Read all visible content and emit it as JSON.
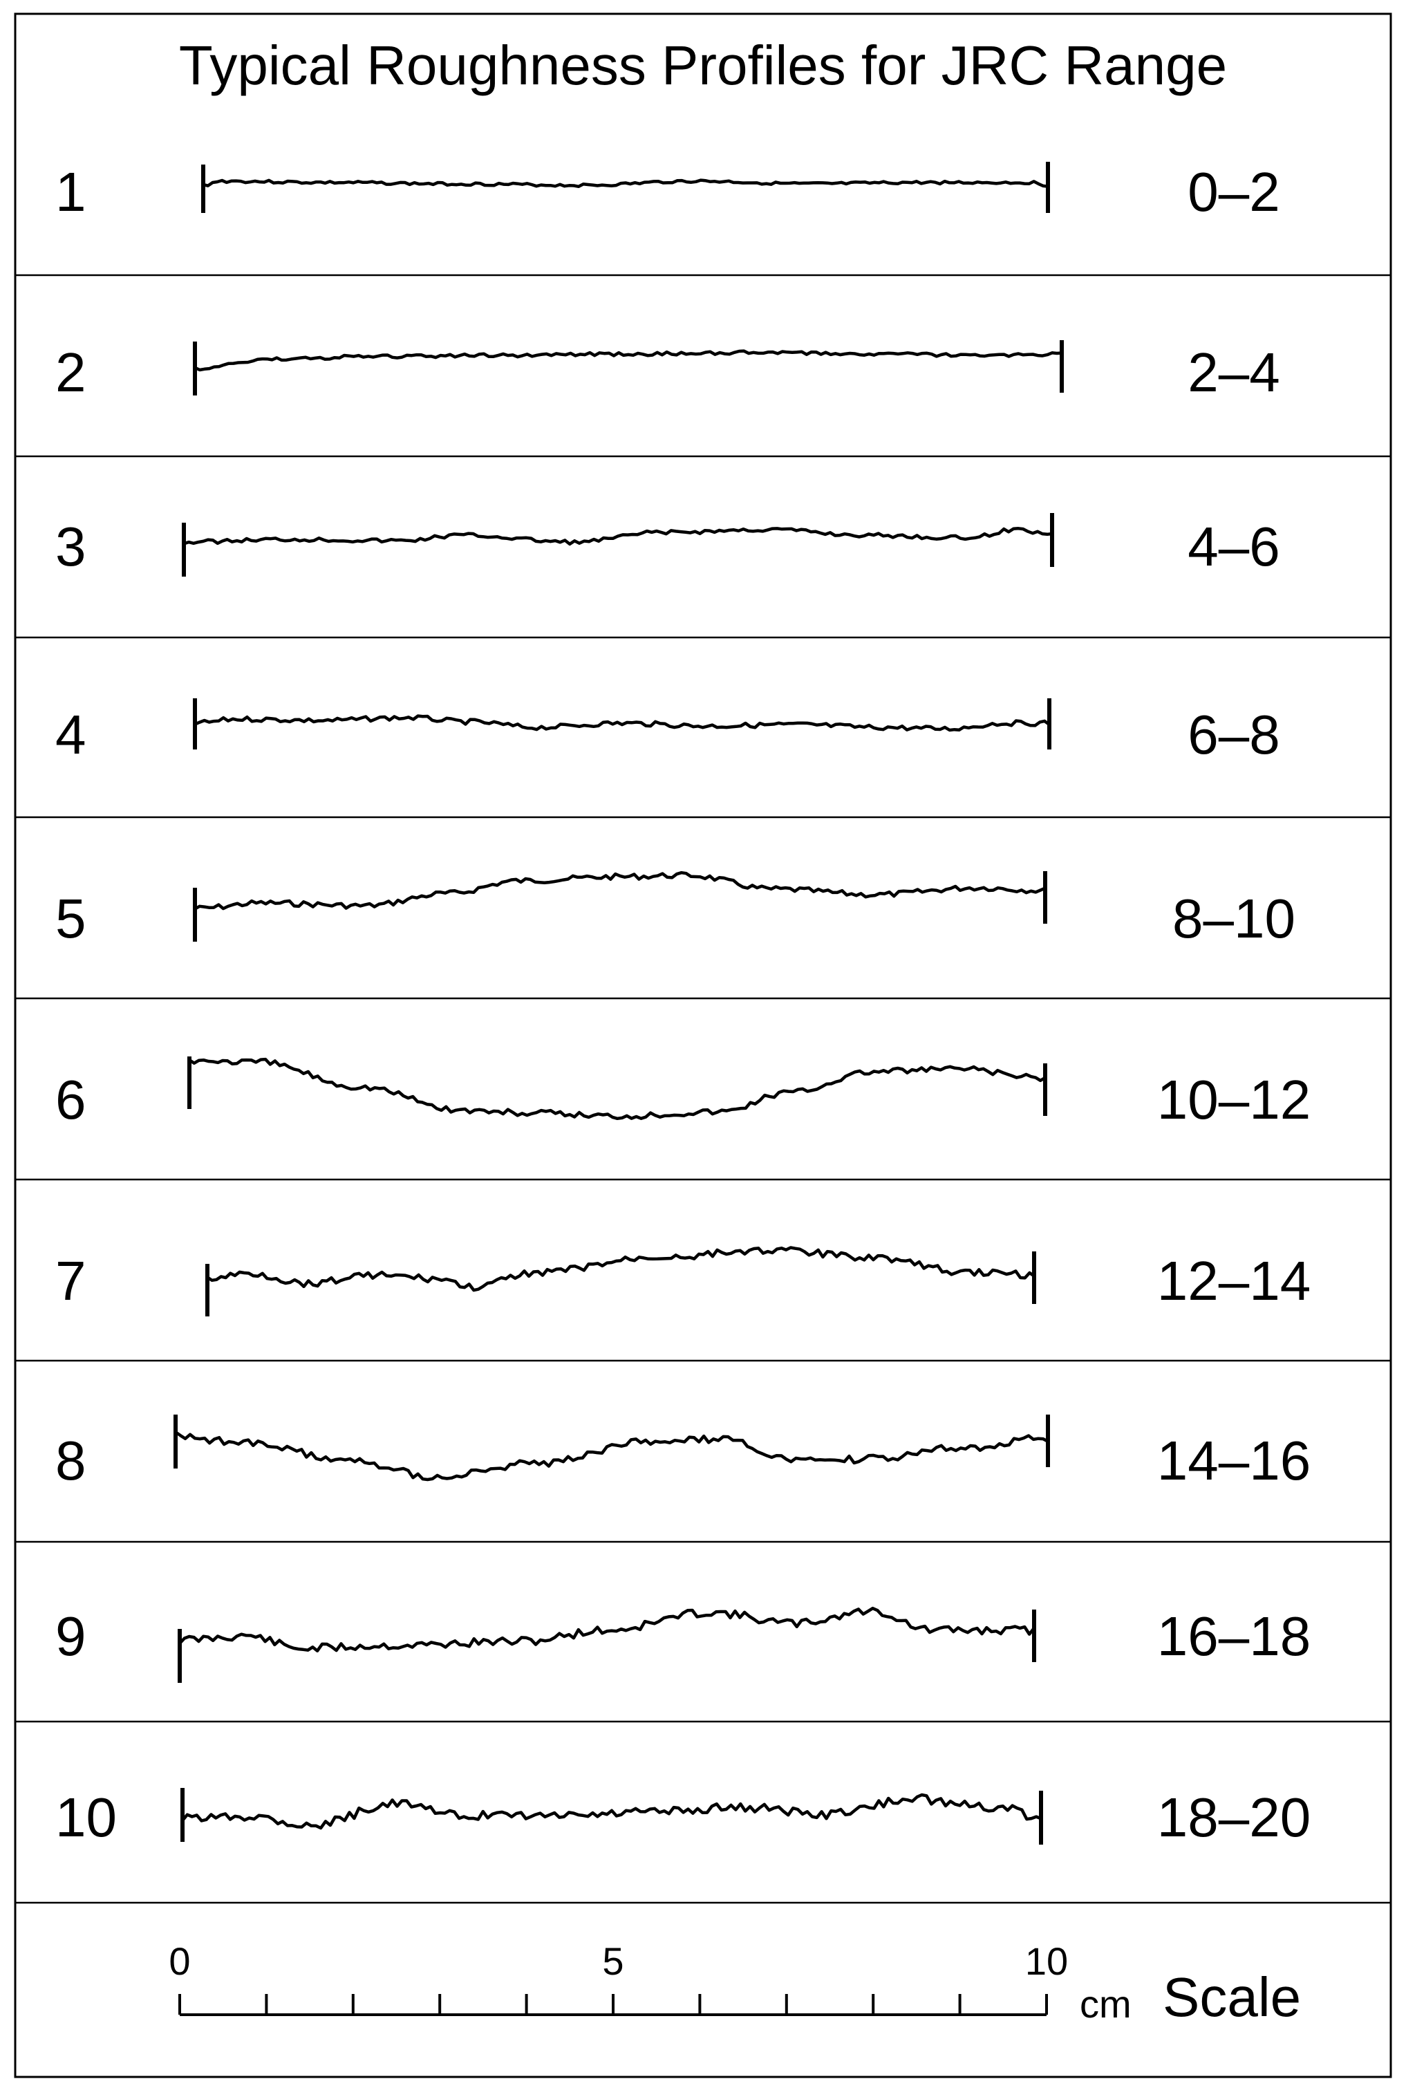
{
  "title": "Typical Roughness Profiles for JRC Range",
  "profiles": [
    {
      "number": "1",
      "jrc_range": "0–2"
    },
    {
      "number": "2",
      "jrc_range": "2–4"
    },
    {
      "number": "3",
      "jrc_range": "4–6"
    },
    {
      "number": "4",
      "jrc_range": "6–8"
    },
    {
      "number": "5",
      "jrc_range": "8–10"
    },
    {
      "number": "6",
      "jrc_range": "10–12"
    },
    {
      "number": "7",
      "jrc_range": "12–14"
    },
    {
      "number": "8",
      "jrc_range": "14–16"
    },
    {
      "number": "9",
      "jrc_range": "16–18"
    },
    {
      "number": "10",
      "jrc_range": "18–20"
    }
  ],
  "scale": {
    "tick_labels": [
      "0",
      "5",
      "10"
    ],
    "unit": "cm",
    "label": "Scale",
    "range": [
      0,
      10
    ],
    "tick_step": 1
  }
}
